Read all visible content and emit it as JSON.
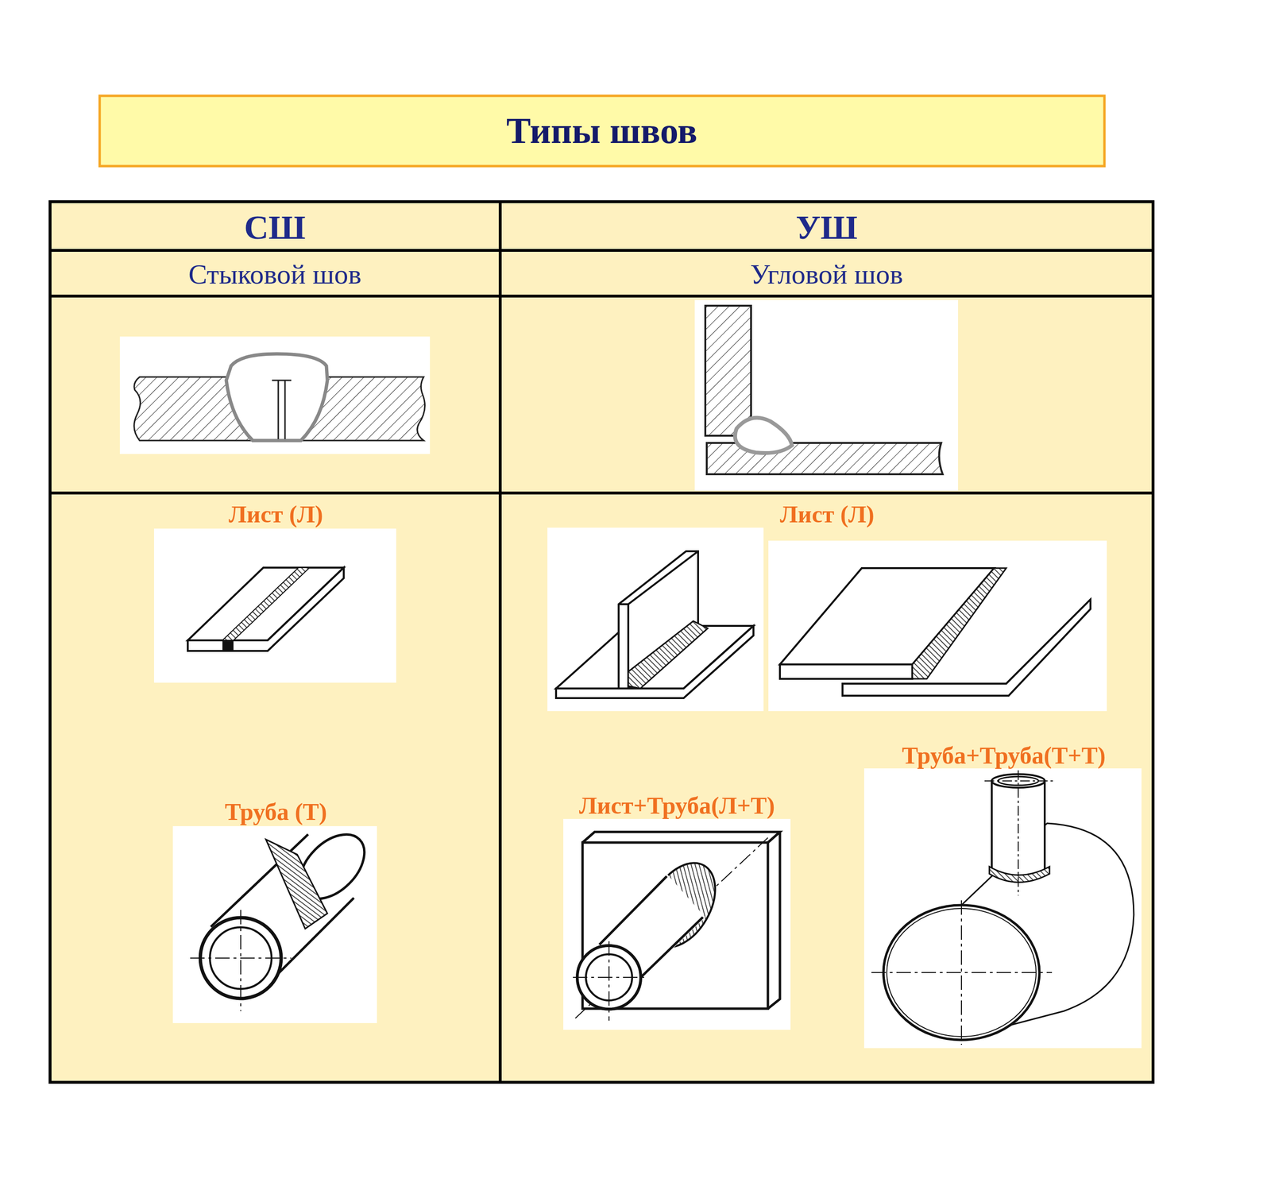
{
  "diagram": {
    "title": "Типы швов",
    "labels": [
      "СШ",
      "УШ",
      "Стыковой шов",
      "Угловой шов",
      "Лист (Л)",
      "Труба (Т)",
      "Лист (Л)",
      "Лист+Труба(Л+Т)",
      "Труба+Труба(Т+Т)"
    ]
  }
}
